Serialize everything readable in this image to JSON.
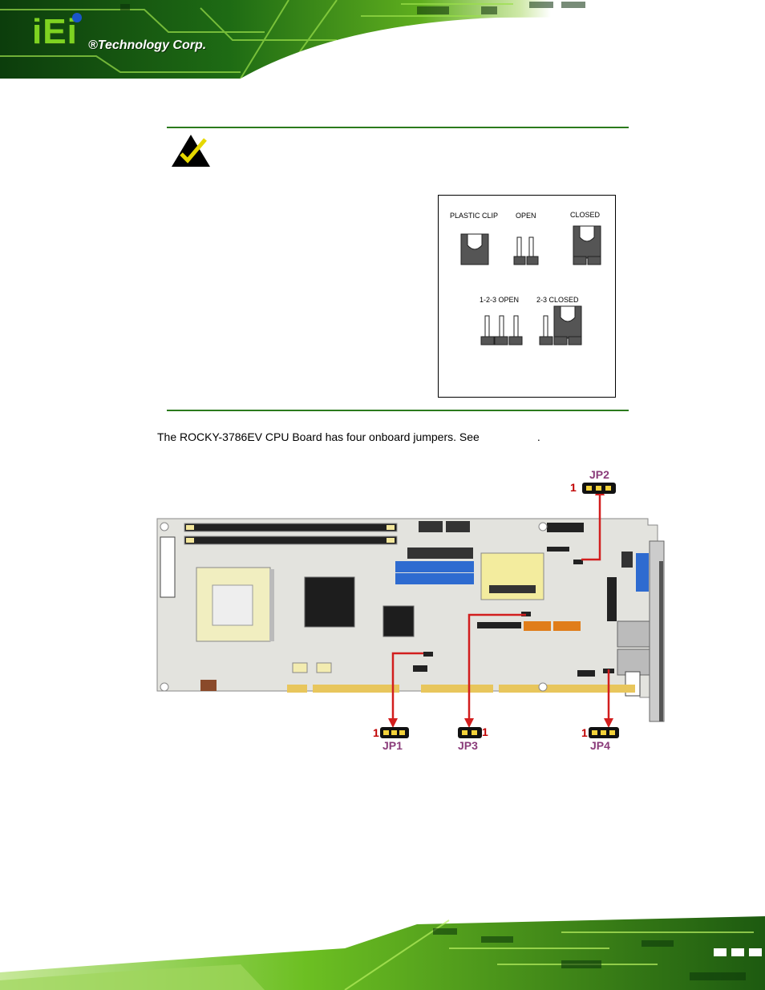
{
  "header": {
    "logo": "iEi",
    "company": "®Technology Corp."
  },
  "note_figure": {
    "labels": {
      "plastic_clip": "PLASTIC CLIP",
      "open": "OPEN",
      "closed": "CLOSED",
      "open_123": "1-2-3 OPEN",
      "closed_23": "2-3 CLOSED"
    }
  },
  "body": {
    "sentence_start": "The ROCKY-3786EV CPU Board has four onboard jumpers. See",
    "sentence_end": "."
  },
  "board_figure": {
    "jumpers": [
      {
        "name": "JP2",
        "pin_label": "1"
      },
      {
        "name": "JP1",
        "pin_label": "1"
      },
      {
        "name": "JP3",
        "pin_label": "1"
      },
      {
        "name": "JP4",
        "pin_label": "1"
      }
    ]
  }
}
